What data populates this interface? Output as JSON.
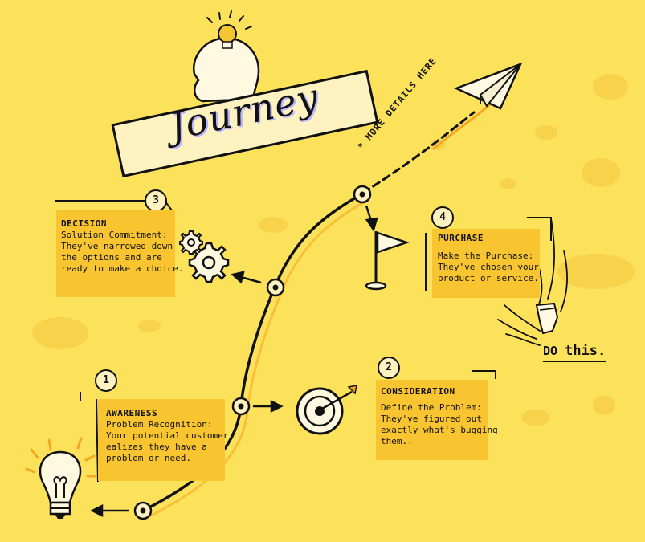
{
  "title": "Journey",
  "more_details": "* MORE DETAILS HERE",
  "call_to_action": {
    "prefix": "DO",
    "emphasis": "this."
  },
  "colors": {
    "background": "#fce25b",
    "note_fill": "#f8c531",
    "ink": "#111111",
    "accent_orange": "#f5a623"
  },
  "steps": [
    {
      "number": "1",
      "heading": "AWARENESS",
      "lines": [
        "Problem Recognition:",
        "Your potential customer",
        "ealizes they have a",
        "problem or need."
      ],
      "icon": "lightbulb-icon"
    },
    {
      "number": "2",
      "heading": "CONSIDERATION",
      "lines": [
        "Define the Problem:",
        "They've figured out",
        "exactly what's bugging",
        "them.."
      ],
      "icon": "target-icon"
    },
    {
      "number": "3",
      "heading": "DECISION",
      "lines": [
        "Solution Commitment:",
        "They've narrowed down",
        "the options and are",
        "ready to make a choice."
      ],
      "icon": "gears-icon"
    },
    {
      "number": "4",
      "heading": "PURCHASE",
      "lines": [
        "Make the Purchase:",
        "They've chosen your",
        "product or service.."
      ],
      "icon": "flag-icon"
    }
  ]
}
